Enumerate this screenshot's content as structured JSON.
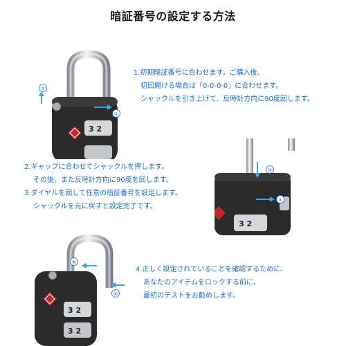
{
  "title": "暗証番号の設定する方法",
  "step1": {
    "line1": "1.初期暗証番号に合わせます。ご購入後、",
    "line2": "初回開ける場合は「0-0-0-0」に合わせます。",
    "line3": "シャックルを引き上げて、反時計方向に90度回します。"
  },
  "step2": {
    "line1": "2.ギャップに合わせてシャックルを押します。",
    "line2": "その後、また反時計方向に90度を回します。",
    "line3": "3.ダイヤルを回して任意の暗証番号を設定します。",
    "line4": "シャックルを元に戻すと設定完了です。"
  },
  "step4": {
    "line1": "4.正しく設定されていることを確認するために、",
    "line2": "あなたのアイテムをロックする前に、",
    "line3": "最初のテストをお勧めします。"
  },
  "markers": {
    "m1": "①",
    "m2": "②",
    "m3": "③",
    "m4": "④",
    "m5": "⑤",
    "m6": "⑥"
  },
  "dial_digits": {
    "photo1": "3 2",
    "photo2": "3 2",
    "photo3a": "3 2",
    "photo3b": "3 2"
  },
  "colors": {
    "accent": "#1a6fc0",
    "arrow": "#3fa3e8",
    "lock_body": "#2b2b2b",
    "tsa_red": "#c0282d",
    "shackle": "#c8ccd2"
  }
}
